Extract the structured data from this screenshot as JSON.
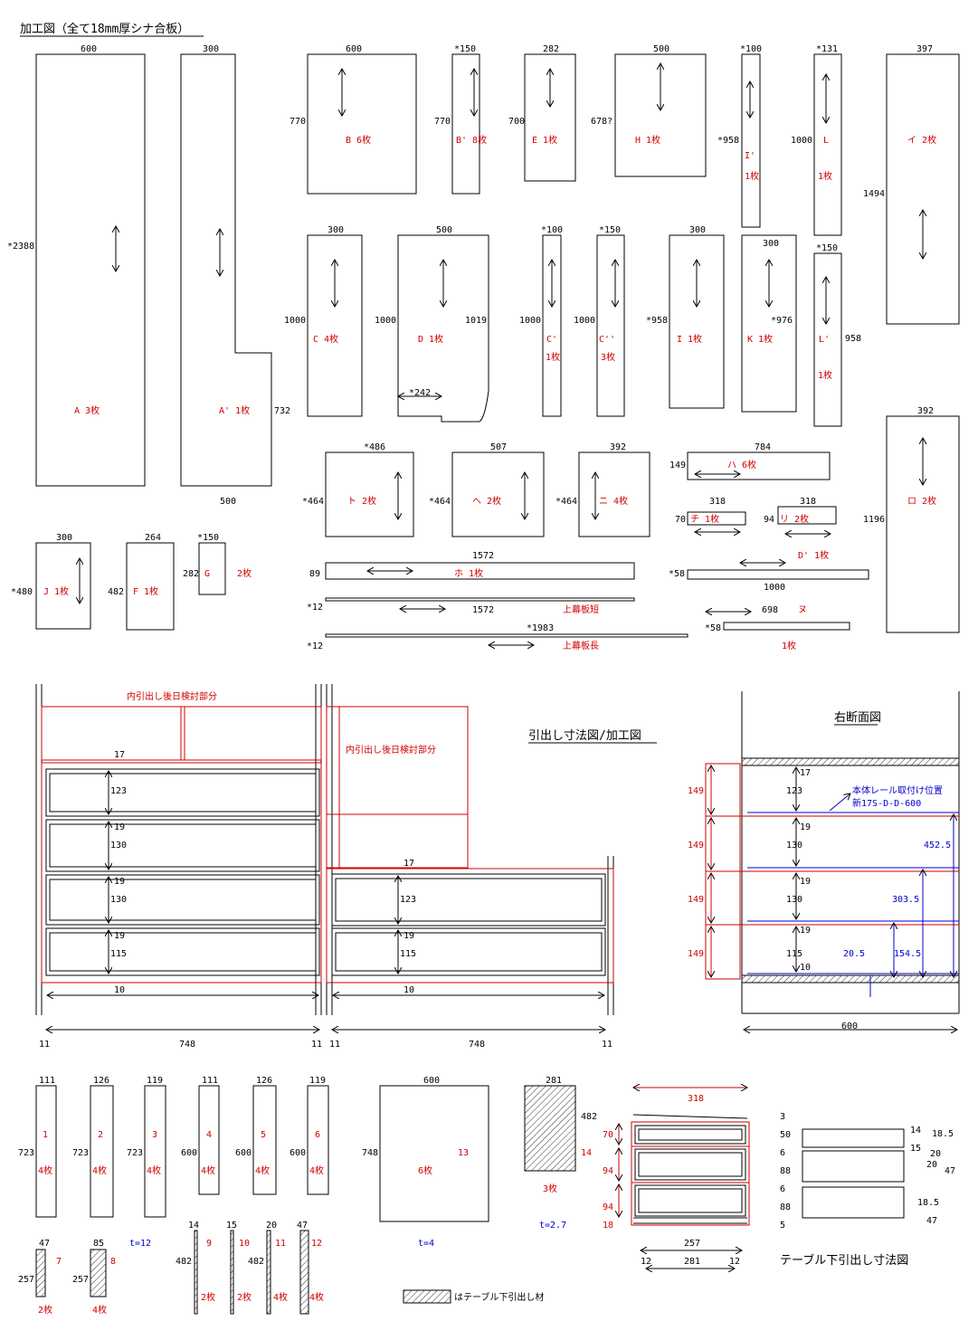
{
  "title": "加工図（全て18mm厚シナ合板）",
  "colors": {
    "part": "#d00000",
    "rail": "#0000cc",
    "line": "#000000"
  },
  "parts": [
    {
      "label": "A  3枚",
      "w": "600",
      "h": "*2388"
    },
    {
      "label": "A' 1枚",
      "w": "300",
      "h": "732",
      "extra": "500"
    },
    {
      "label": "B  6枚",
      "w": "600",
      "h": "770"
    },
    {
      "label": "B' 8枚",
      "w": "*150",
      "h": "770"
    },
    {
      "label": "E 1枚",
      "w": "282",
      "h": "700"
    },
    {
      "label": "H  1枚",
      "w": "500",
      "h": "678?"
    },
    {
      "label": "I'",
      "count": "1枚",
      "w": "*100",
      "h": "*958"
    },
    {
      "label": "L",
      "count": "1枚",
      "w": "*131",
      "h": "1000"
    },
    {
      "label": "イ 2枚",
      "w": "397",
      "h": "1494"
    },
    {
      "label": "C 4枚",
      "w": "300",
      "h": "1000"
    },
    {
      "label": "D  1枚",
      "w": "500",
      "h": "1000",
      "h2": "1019",
      "notch": "*242"
    },
    {
      "label": "C'",
      "count": "1枚",
      "w": "*100",
      "h": "1000"
    },
    {
      "label": "C''",
      "count": "3枚",
      "w": "*150",
      "h": "1000"
    },
    {
      "label": "I 1枚",
      "w": "300",
      "h": "*958"
    },
    {
      "label": "K 1枚",
      "w": "300",
      "h": "*976"
    },
    {
      "label": "L'",
      "count": "1枚",
      "w": "*150",
      "h": "958"
    },
    {
      "label": "ロ 2枚",
      "w": "392",
      "h": "1196"
    },
    {
      "label": "ト 2枚",
      "w": "*486",
      "h": "*464"
    },
    {
      "label": "ヘ 2枚",
      "w": "507",
      "h": "*464"
    },
    {
      "label": "ニ 4枚",
      "w": "392",
      "h": "*464"
    },
    {
      "label": "ハ 6枚",
      "w": "784",
      "h": "149"
    },
    {
      "label": "チ 1枚",
      "w": "318",
      "h": "70"
    },
    {
      "label": "リ 2枚",
      "w": "318",
      "h": "94"
    },
    {
      "label": "D' 1枚",
      "w": "1000",
      "h": "*58"
    },
    {
      "label": "J 1枚",
      "w": "300",
      "h": "*480"
    },
    {
      "label": "F 1枚",
      "w": "264",
      "h": "482"
    },
    {
      "label": "G",
      "count": "2枚",
      "w": "*150",
      "h": "282"
    },
    {
      "label": "ホ 1枚",
      "w": "1572",
      "h": "89"
    },
    {
      "label": "上幕板短",
      "w": "1572",
      "h": "*12"
    },
    {
      "label": "上幕板長",
      "w": "*1983",
      "h": "*12"
    },
    {
      "label": "ヌ",
      "count": "1枚",
      "w": "698",
      "h": "*58"
    }
  ],
  "drawer_section": {
    "title": "引出し寸法図/加工図",
    "pending": "内引出し後日検討部分",
    "left_dims": [
      "17",
      "123",
      "19",
      "130",
      "19",
      "130",
      "19",
      "115",
      "10"
    ],
    "right_dims": [
      "17",
      "123",
      "19",
      "115",
      "10"
    ],
    "bottom": [
      "11",
      "748",
      "11",
      "11",
      "748",
      "11"
    ]
  },
  "side_section": {
    "title": "右断面図",
    "rail_note_1": "本体レール取付け位置",
    "rail_note_2": "新17S-D-D-600",
    "left_dims": [
      "149",
      "149",
      "149",
      "149"
    ],
    "inner_dims": [
      "17",
      "123",
      "19",
      "130",
      "19",
      "130",
      "19",
      "115",
      "10"
    ],
    "rail_dims": [
      "452.5",
      "303.5",
      "154.5",
      "20.5"
    ],
    "width": "600"
  },
  "drawer_parts": [
    {
      "no": "1",
      "w": "111",
      "h": "723",
      "count": "4枚"
    },
    {
      "no": "2",
      "w": "126",
      "h": "723",
      "count": "4枚"
    },
    {
      "no": "3",
      "w": "119",
      "h": "723",
      "count": "4枚"
    },
    {
      "no": "4",
      "w": "111",
      "h": "600",
      "count": "4枚"
    },
    {
      "no": "5",
      "w": "126",
      "h": "600",
      "count": "4枚"
    },
    {
      "no": "6",
      "w": "119",
      "h": "600",
      "count": "4枚"
    },
    {
      "no": "13",
      "w": "600",
      "h": "748",
      "count": "6枚"
    },
    {
      "no": "7",
      "w": "47",
      "h": "257",
      "count": "2枚"
    },
    {
      "no": "8",
      "w": "85",
      "h": "257",
      "count": "4枚"
    },
    {
      "no": "9",
      "w": "14",
      "h": "482",
      "count": "2枚"
    },
    {
      "no": "10",
      "w": "15",
      "h": "482",
      "count": "2枚"
    },
    {
      "no": "11",
      "w": "20",
      "h": "482",
      "count": "4枚"
    },
    {
      "no": "12",
      "w": "47",
      "h": "482",
      "count": "4枚"
    }
  ],
  "thickness": {
    "t12": "t=12",
    "t4": "t=4",
    "t27": "t=2.7"
  },
  "table_part": {
    "w": "281",
    "h": "482",
    "count": "3枚"
  },
  "legend": "はテーブル下引出し材",
  "table_drawer": {
    "title": "テーブル下引出し寸法図",
    "width_top": "318",
    "left": [
      "70",
      "94",
      "94",
      "18"
    ],
    "left2": "14",
    "right": [
      "3",
      "50",
      "6",
      "88",
      "6",
      "88",
      "5"
    ],
    "bottom": [
      "257",
      "12",
      "281",
      "12"
    ],
    "side": [
      "14",
      "18.5",
      "15",
      "20",
      "20",
      "47",
      "18.5",
      "47"
    ]
  }
}
